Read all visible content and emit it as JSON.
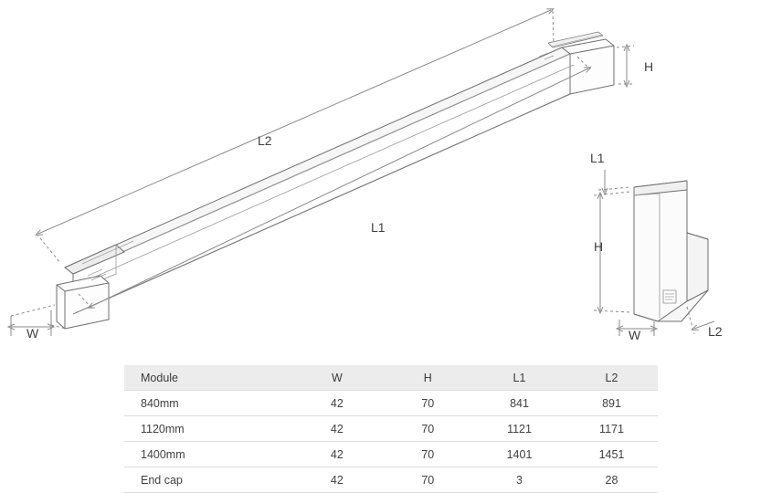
{
  "diagram": {
    "title": "Linear luminaire module dimension drawing",
    "labels": {
      "main_l2": "L2",
      "main_l1": "L1",
      "main_h": "H",
      "main_w": "W",
      "side_l1": "L1",
      "side_h": "H",
      "side_w": "W",
      "side_l2": "L2"
    },
    "colors": {
      "line": "#6f6f6f",
      "dimension_line": "#8a8a8a",
      "fill_light": "#ffffff",
      "fill_shade": "#f2f2f2",
      "table_header_bg": "#ececec",
      "table_border": "#dcdcdc",
      "text": "#3f3f3f"
    }
  },
  "table": {
    "headers": [
      "Module",
      "W",
      "H",
      "L1",
      "L2"
    ],
    "rows": [
      {
        "module": "840mm",
        "w": "42",
        "h": "70",
        "l1": "841",
        "l2": "891"
      },
      {
        "module": "1120mm",
        "w": "42",
        "h": "70",
        "l1": "1121",
        "l2": "1171"
      },
      {
        "module": "1400mm",
        "w": "42",
        "h": "70",
        "l1": "1401",
        "l2": "1451"
      },
      {
        "module": "End cap",
        "w": "42",
        "h": "70",
        "l1": "3",
        "l2": "28"
      }
    ]
  }
}
